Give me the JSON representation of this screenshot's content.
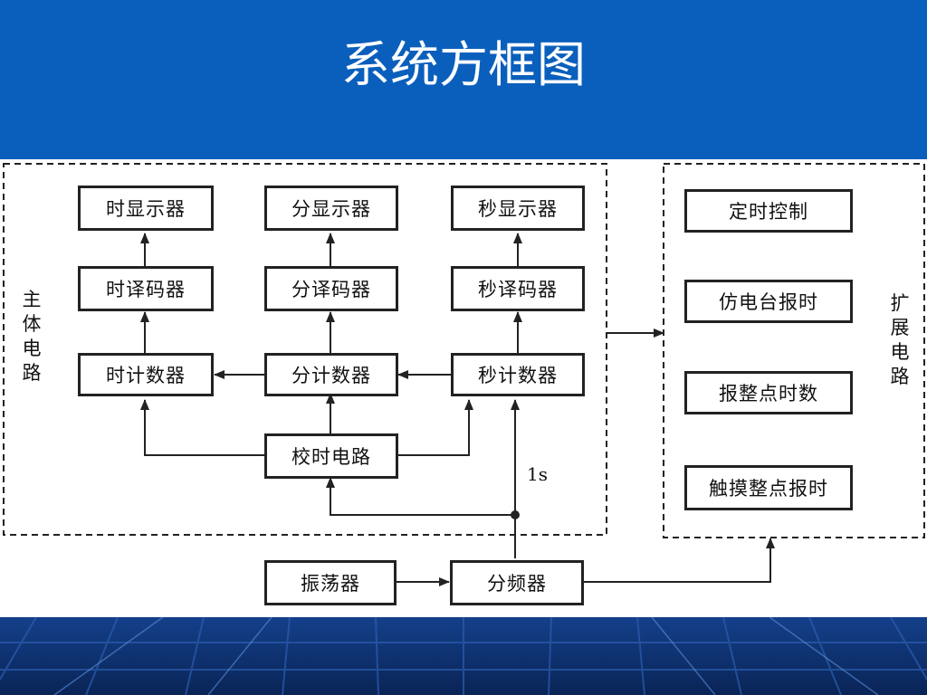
{
  "title": "系统方框图",
  "labels": {
    "main_circuit": "主体电路",
    "expansion_circuit": "扩展电路",
    "signal_1s": "1s"
  },
  "blocks": {
    "hour_display": "时显示器",
    "min_display": "分显示器",
    "sec_display": "秒显示器",
    "hour_decoder": "时译码器",
    "min_decoder": "分译码器",
    "sec_decoder": "秒译码器",
    "hour_counter": "时计数器",
    "min_counter": "分计数器",
    "sec_counter": "秒计数器",
    "time_correction": "校时电路",
    "oscillator": "振荡器",
    "freq_divider": "分频器",
    "timed_control": "定时控制",
    "radio_chime": "仿电台报时",
    "hourly_count": "报整点时数",
    "touch_chime": "触摸整点报时"
  },
  "colors": {
    "header_bg": "#0a5fbc",
    "footer_bg": "#0b2b63",
    "line": "#222222"
  }
}
